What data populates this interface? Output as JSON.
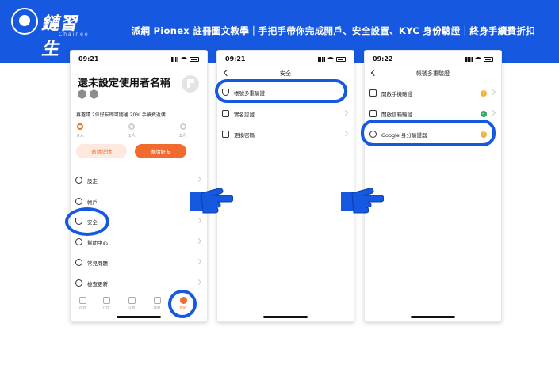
{
  "header": {
    "brand": "鏈習生",
    "brand_sub": "Chainee",
    "headline": "派網 Pionex 註冊圖文教學｜手把手帶你完成開戶、安全設置、KYC 身份驗證｜終身手續費折扣"
  },
  "colors": {
    "accent": "#1659e0",
    "orange": "#f26b2e",
    "ok": "#2fa663",
    "warn": "#f0b43c"
  },
  "phone1": {
    "time": "09:21",
    "title": "還未設定使用者名稱",
    "invite_text": "再邀請 2位好友即可開通 20% 手續費返傭！",
    "progress": {
      "invited": 0,
      "steps": [
        {
          "label": "0人"
        },
        {
          "label": "1人"
        },
        {
          "label": "2人"
        }
      ]
    },
    "btn_detail": "邀請詳情",
    "btn_invite": "邀請好友",
    "menu": [
      {
        "label": "設定",
        "icon": "gear-icon"
      },
      {
        "label": "帳戶",
        "icon": "user-icon"
      },
      {
        "label": "安全",
        "icon": "shield-icon"
      },
      {
        "label": "幫助中心",
        "icon": "help-icon"
      },
      {
        "label": "常見問題",
        "icon": "question-icon"
      },
      {
        "label": "檢查更新",
        "icon": "plus-circle-icon"
      }
    ],
    "tabs": [
      {
        "label": "首頁"
      },
      {
        "label": "行情"
      },
      {
        "label": "交易"
      },
      {
        "label": "理財"
      },
      {
        "label": "我的"
      }
    ]
  },
  "phone2": {
    "time": "09:21",
    "nav_title": "安全",
    "items": [
      {
        "label": "帳號多重驗證",
        "icon": "shield-icon"
      },
      {
        "label": "實名認證",
        "icon": "id-card-icon"
      },
      {
        "label": "更換密碼",
        "icon": "lock-icon"
      }
    ]
  },
  "phone3": {
    "time": "09:22",
    "nav_title": "帳號多重驗證",
    "items": [
      {
        "label": "開啟手機驗證",
        "icon": "phone-icon",
        "status": "warn",
        "mark": "!"
      },
      {
        "label": "開啟信箱驗證",
        "icon": "mail-icon",
        "status": "ok",
        "mark": "✓"
      },
      {
        "label": "Google 身分驗證器",
        "icon": "google-auth-icon",
        "status": "warn",
        "mark": "!"
      }
    ]
  }
}
